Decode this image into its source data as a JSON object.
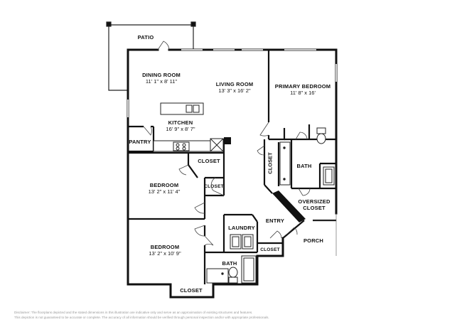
{
  "rooms": {
    "patio": {
      "name": "PATIO"
    },
    "dining_room": {
      "name": "DINING ROOM",
      "dims": "11' 1\" x 8' 11\""
    },
    "living_room": {
      "name": "LIVING ROOM",
      "dims": "13' 3\" x 16' 2\""
    },
    "primary_bedroom": {
      "name": "PRIMARY BEDROOM",
      "dims": "11' 8\" x 16'"
    },
    "kitchen": {
      "name": "KITCHEN",
      "dims": "16' 9\" x 8' 7\""
    },
    "pantry": {
      "name": "PANTRY"
    },
    "closet_kitchen": {
      "name": "CLOSET"
    },
    "closet_small": {
      "name": "CLOSET"
    },
    "closet_vertical": {
      "name": "CLOSET"
    },
    "primary_bath": {
      "name": "BATH"
    },
    "bedroom_1": {
      "name": "BEDROOM",
      "dims": "13' 2\" x 11' 4\""
    },
    "oversized_closet": {
      "name": "OVERSIZED",
      "name2": "CLOSET"
    },
    "laundry": {
      "name": "LAUNDRY"
    },
    "entry": {
      "name": "ENTRY"
    },
    "porch": {
      "name": "PORCH"
    },
    "closet_entry": {
      "name": "CLOSET"
    },
    "bedroom_2": {
      "name": "BEDROOM",
      "dims": "13' 2\" x 10' 9\""
    },
    "bath": {
      "name": "BATH"
    },
    "closet_bottom": {
      "name": "CLOSET"
    }
  },
  "disclaimer": {
    "line1": "Disclaimer: The floorplans depicted and the stated dimensions in this illustration are indicative only and serve as an approximation of existing structures and features.",
    "line2": "This depiction is not guaranteed to be accurate or complete. The accuracy of all information should be verified through personal inspection and/or with appropriate professionals."
  }
}
